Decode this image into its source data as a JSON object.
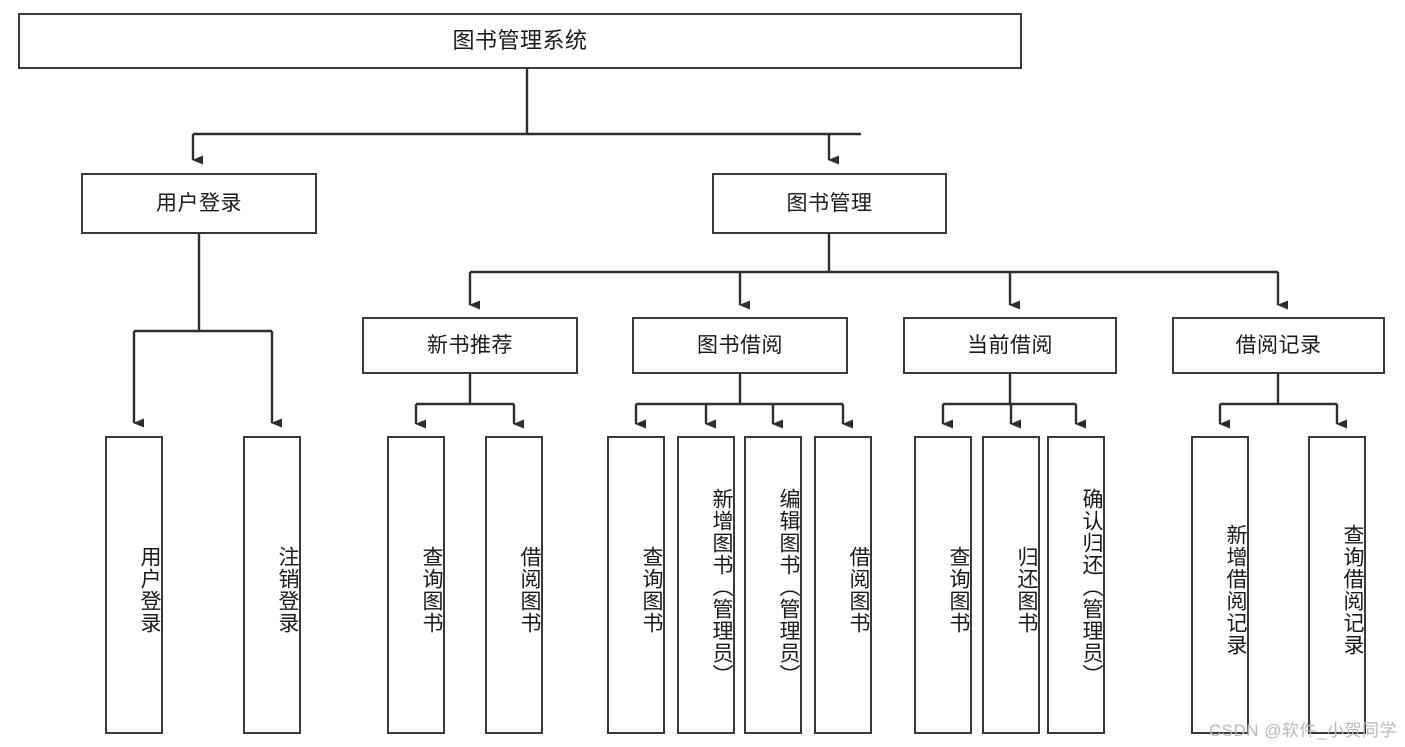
{
  "diagram": {
    "title": "图书管理系统",
    "watermark": "CSDN @软件_小贺同学",
    "colors": {
      "box_border": "#3a3a3a",
      "box_fill": "#ffffff",
      "connector": "#2e2e2e",
      "text": "#1a1a1a",
      "watermark": "#b9b9b9"
    },
    "levels": {
      "root": "图书管理系统",
      "level2": [
        "用户登录",
        "图书管理"
      ],
      "level3": [
        "新书推荐",
        "图书借阅",
        "当前借阅",
        "借阅记录"
      ]
    },
    "nodes": {
      "root": {
        "label": "图书管理系统"
      },
      "user_login": {
        "label": "用户登录"
      },
      "book_manage": {
        "label": "图书管理"
      },
      "new_book_rec": {
        "label": "新书推荐"
      },
      "book_borrow": {
        "label": "图书借阅"
      },
      "current_borrow": {
        "label": "当前借阅"
      },
      "borrow_record": {
        "label": "借阅记录"
      },
      "leaf_user_login": {
        "label": "用户登录"
      },
      "leaf_user_logout": {
        "label": "注销登录"
      },
      "leaf_rec_query": {
        "label": "查询图书"
      },
      "leaf_rec_borrow": {
        "label": "借阅图书"
      },
      "leaf_borrow_query": {
        "label": "查询图书"
      },
      "leaf_borrow_add": {
        "label": "新增图书（管理员）"
      },
      "leaf_borrow_edit": {
        "label": "编辑图书（管理员）"
      },
      "leaf_borrow_borrow": {
        "label": "借阅图书"
      },
      "leaf_cur_query": {
        "label": "查询图书"
      },
      "leaf_cur_return": {
        "label": "归还图书"
      },
      "leaf_cur_confirm": {
        "label": "确认归还（管理员）"
      },
      "leaf_rec_add": {
        "label": "新增借阅记录"
      },
      "leaf_rec_search": {
        "label": "查询借阅记录"
      }
    },
    "tree": {
      "name": "图书管理系统",
      "children": [
        {
          "name": "用户登录",
          "children": [
            {
              "name": "用户登录"
            },
            {
              "name": "注销登录"
            }
          ]
        },
        {
          "name": "图书管理",
          "children": [
            {
              "name": "新书推荐",
              "children": [
                {
                  "name": "查询图书"
                },
                {
                  "name": "借阅图书"
                }
              ]
            },
            {
              "name": "图书借阅",
              "children": [
                {
                  "name": "查询图书"
                },
                {
                  "name": "新增图书（管理员）"
                },
                {
                  "name": "编辑图书（管理员）"
                },
                {
                  "name": "借阅图书"
                }
              ]
            },
            {
              "name": "当前借阅",
              "children": [
                {
                  "name": "查询图书"
                },
                {
                  "name": "归还图书"
                },
                {
                  "name": "确认归还（管理员）"
                }
              ]
            },
            {
              "name": "借阅记录",
              "children": [
                {
                  "name": "新增借阅记录"
                },
                {
                  "name": "查询借阅记录"
                }
              ]
            }
          ]
        }
      ]
    }
  }
}
